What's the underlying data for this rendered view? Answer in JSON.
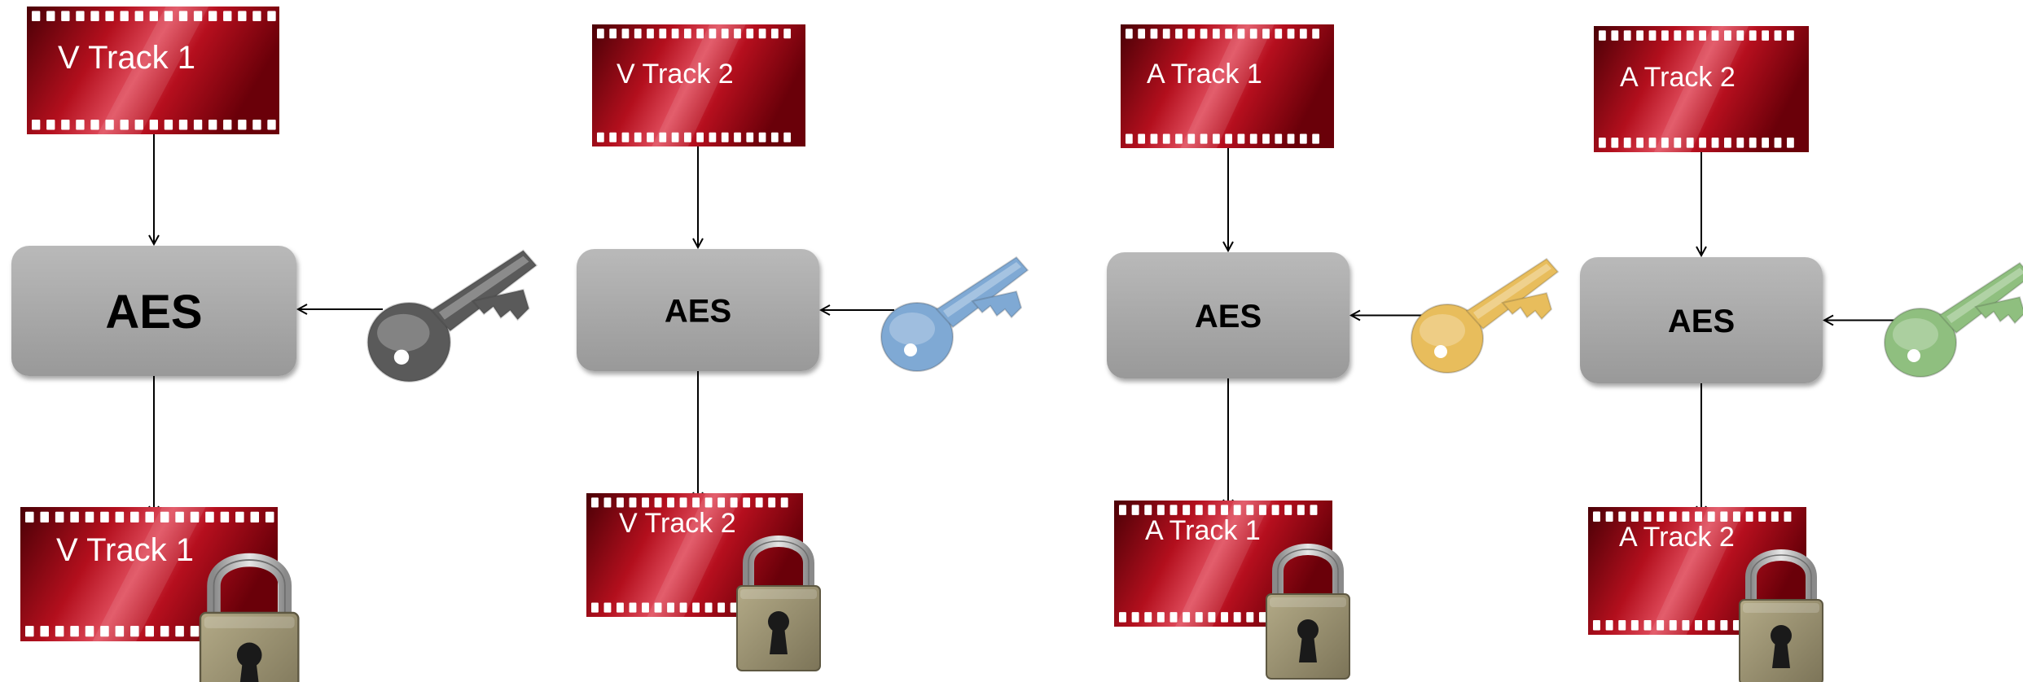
{
  "columns": [
    {
      "id": "v1",
      "source_track_label": "V Track 1",
      "cipher_label": "AES",
      "key_icon": "key-icon",
      "key_color": "#5a5a5a",
      "output_track_label": "V Track 1",
      "lock_icon": "padlock-icon"
    },
    {
      "id": "v2",
      "source_track_label": "V Track 2",
      "cipher_label": "AES",
      "key_icon": "key-icon",
      "key_color": "#7fa9d4",
      "output_track_label": "V Track 2",
      "lock_icon": "padlock-icon"
    },
    {
      "id": "a1",
      "source_track_label": "A Track 1",
      "cipher_label": "AES",
      "key_icon": "key-icon",
      "key_color": "#e8bd5c",
      "output_track_label": "A Track 1",
      "lock_icon": "padlock-icon"
    },
    {
      "id": "a2",
      "source_track_label": "A Track 2",
      "cipher_label": "AES",
      "key_icon": "key-icon",
      "key_color": "#8fbf7f",
      "output_track_label": "A Track 2",
      "lock_icon": "padlock-icon"
    }
  ],
  "colors": {
    "film_dark": "#5c0008",
    "film_main": "#b0101c",
    "film_highlight": "#e34a5a",
    "aes_box": "#a8a8a8",
    "arrow": "#000000",
    "lock_body": "#9b9270",
    "lock_shackle": "#c2c2c2"
  }
}
